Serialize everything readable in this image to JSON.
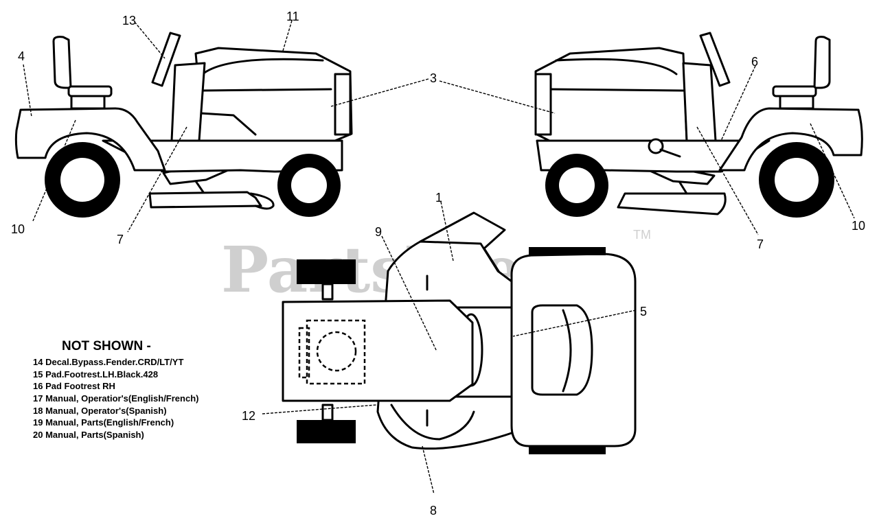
{
  "watermark": {
    "brand": "PartsTree",
    "trademark": "TM"
  },
  "callouts": {
    "left_view": [
      "13",
      "11",
      "4",
      "3",
      "10",
      "7"
    ],
    "right_view": [
      "6",
      "10",
      "7"
    ],
    "top_view": [
      "1",
      "9",
      "5",
      "12",
      "8"
    ]
  },
  "not_shown": {
    "title": "NOT SHOWN -",
    "items": [
      "14 Decal.Bypass.Fender.CRD/LT/YT",
      "15 Pad.Footrest.LH.Black.428",
      "16 Pad Footrest RH",
      "17 Manual, Operatior's(English/French)",
      "18 Manual, Operator's(Spanish)",
      "19 Manual, Parts(English/French)",
      "20 Manual, Parts(Spanish)"
    ]
  }
}
